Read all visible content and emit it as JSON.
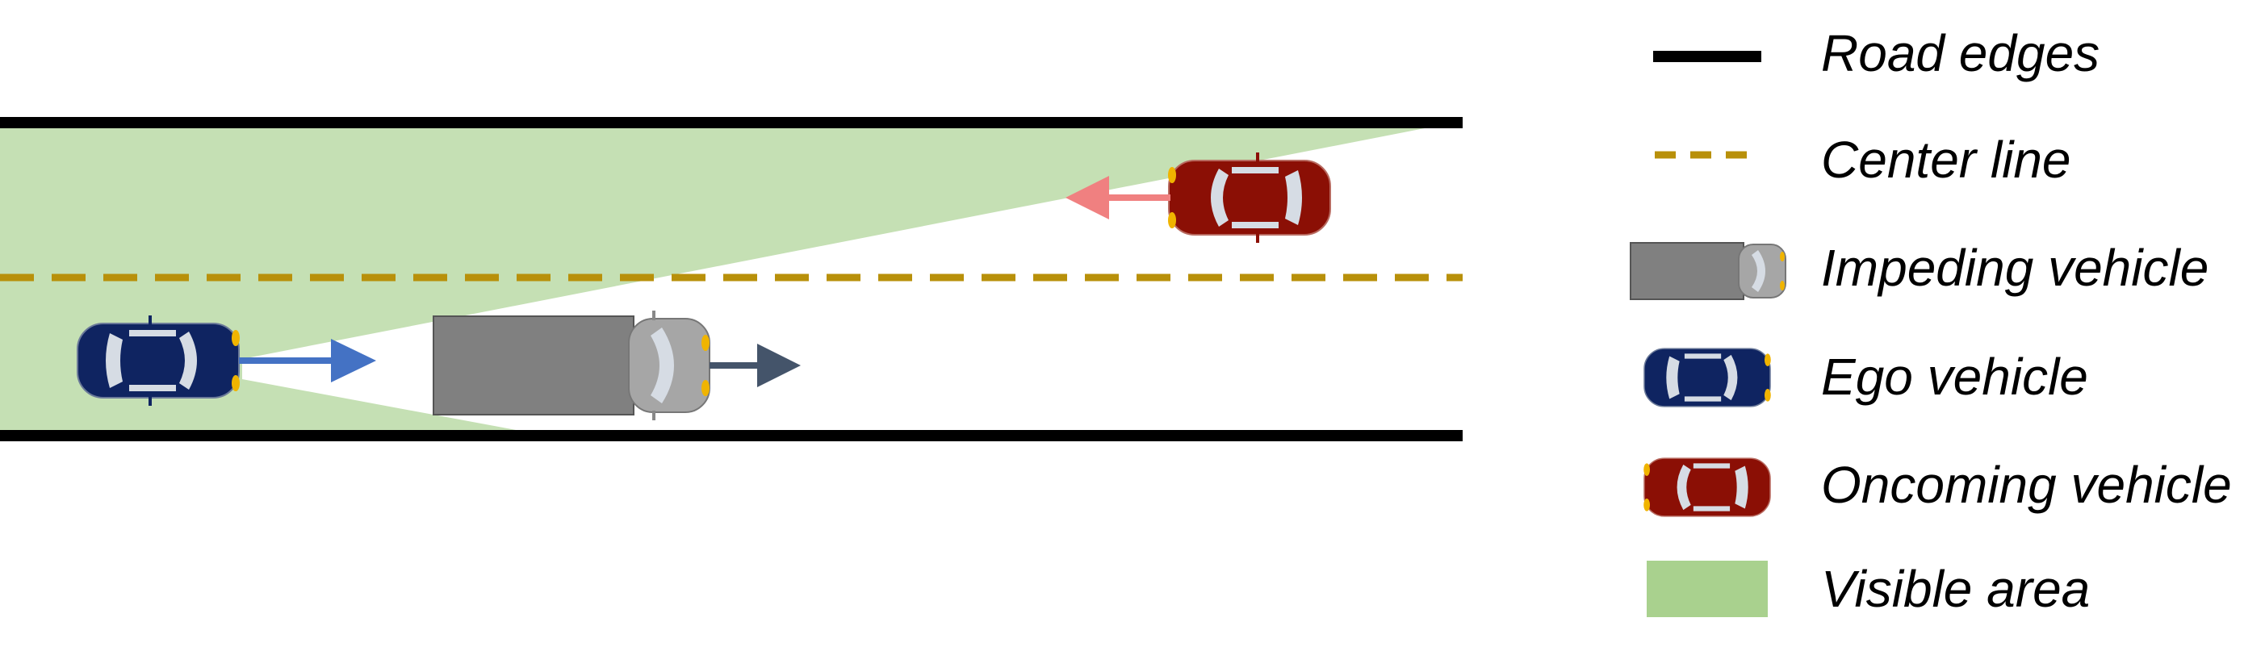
{
  "legend": {
    "items": [
      {
        "id": "road-edges",
        "label": "Road edges"
      },
      {
        "id": "center-line",
        "label": "Center line"
      },
      {
        "id": "impeding-vehicle",
        "label": "Impeding vehicle"
      },
      {
        "id": "ego-vehicle",
        "label": "Ego vehicle"
      },
      {
        "id": "oncoming-vehicle",
        "label": "Oncoming vehicle"
      },
      {
        "id": "visible-area",
        "label": "Visible area"
      }
    ]
  },
  "colors": {
    "road_edge": "#000000",
    "center_line": "#B8900A",
    "visible_area": "#C5E0B4",
    "visible_area_legend": "#A9D18E",
    "truck_body": "#808080",
    "truck_cab": "#A6A6A6",
    "ego_body": "#0F2461",
    "oncoming_body": "#8B0F05",
    "ego_arrow": "#4472C4",
    "impeding_arrow": "#44546A",
    "oncoming_arrow": "#F08080",
    "window": "#D6DCE4",
    "headlight": "#F0B400"
  }
}
